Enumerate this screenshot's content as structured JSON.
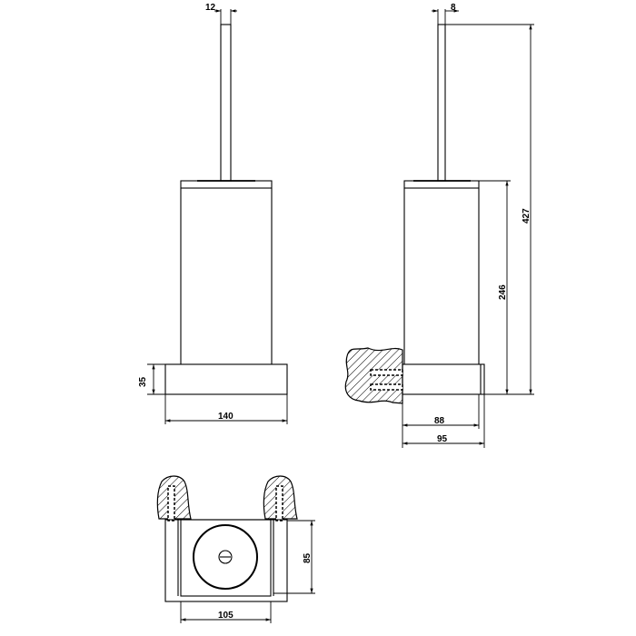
{
  "dimensions": {
    "stem_width_front": "12",
    "stem_width_side": "8",
    "total_height": "427",
    "cup_height": "246",
    "base_height": "35",
    "base_width": "140",
    "projection_inner": "88",
    "projection_outer": "95",
    "top_depth": "85",
    "top_width": "105"
  }
}
